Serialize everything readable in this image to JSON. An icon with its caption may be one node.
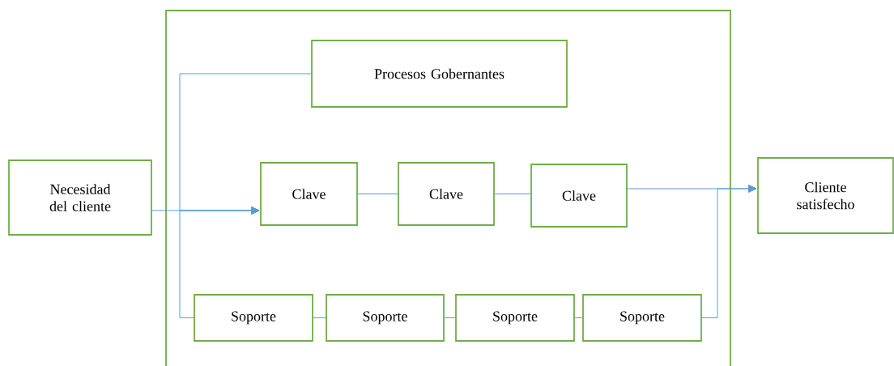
{
  "diagram": {
    "nodes": [
      {
        "text": [],
        "shape": "box"
      },
      {
        "text": [
          "Necesidad del cliente"
        ]
      },
      {
        "text": [
          "Procesos Gobernantes"
        ],
        "in": 0
      },
      {
        "text": [
          "Clave"
        ],
        "in": 0
      },
      {
        "text": [
          "Clave"
        ],
        "in": 0
      },
      {
        "text": [
          "Clave"
        ],
        "in": 0
      },
      {
        "text": [
          "Cliente satisfecho"
        ]
      },
      {
        "text": [
          "Soporte"
        ],
        "in": 0
      },
      {
        "text": [
          "Soporte"
        ],
        "in": 0
      },
      {
        "text": [
          "Soporte"
        ],
        "in": 0
      },
      {
        "text": [
          "Soporte"
        ],
        "in": 0
      }
    ],
    "edges": [
      {
        "from": 1,
        "to": 3,
        "arrow": "to"
      },
      {
        "from": 2,
        "to": 3,
        "arrow": "to"
      },
      {
        "from": 7,
        "to": 3,
        "arrow": "to"
      },
      {
        "from": 3,
        "to": 4,
        "arrow": "none"
      },
      {
        "from": 4,
        "to": 5,
        "arrow": "none"
      },
      {
        "from": 5,
        "to": 6,
        "arrow": "to"
      },
      {
        "from": 7,
        "to": 8,
        "arrow": "none"
      },
      {
        "from": 8,
        "to": 9,
        "arrow": "none"
      },
      {
        "from": 9,
        "to": 10,
        "arrow": "none"
      },
      {
        "from": 10,
        "to": 6,
        "arrow": "to"
      }
    ]
  }
}
